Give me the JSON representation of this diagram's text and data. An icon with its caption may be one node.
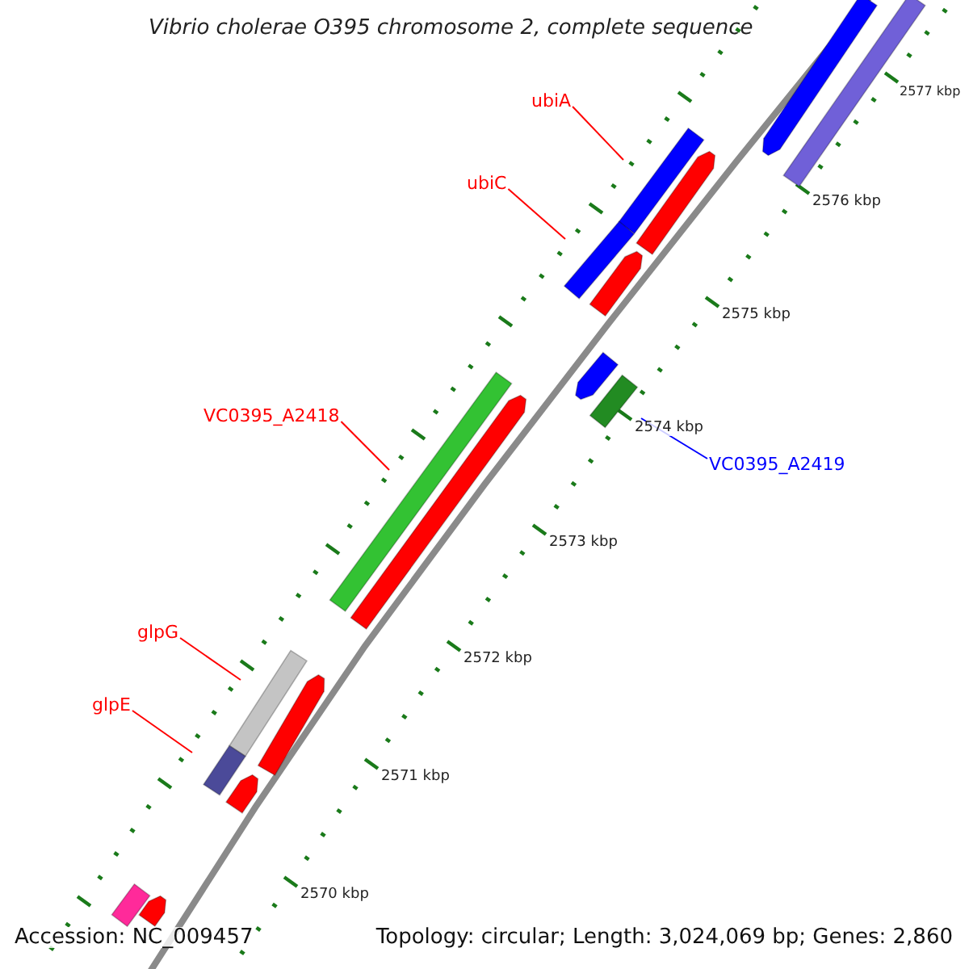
{
  "diagram": {
    "title": "Vibrio cholerae O395 chromosome 2, complete sequence",
    "nodes": [
      {
        "text": [
          "ubiA"
        ]
      },
      {
        "text": [],
        "shape": "bar"
      },
      {
        "text": [
          "ubiC"
        ]
      },
      {
        "text": [],
        "shape": "bar"
      },
      {
        "text": [
          "VC0395_A2418"
        ]
      },
      {
        "text": [],
        "shape": "bar"
      },
      {
        "text": [
          "VC0395_A2419"
        ]
      },
      {
        "text": [],
        "shape": "bar"
      },
      {
        "text": [
          "glpG"
        ]
      },
      {
        "text": [],
        "shape": "bar"
      },
      {
        "text": [
          "glpE"
        ]
      },
      {
        "text": [],
        "shape": "bar"
      },
      {
        "text": [],
        "shape": "bar"
      },
      {
        "text": [],
        "shape": "bar"
      },
      {
        "text": [],
        "shape": "bar"
      },
      {
        "text": [],
        "shape": "bar"
      },
      {
        "text": [],
        "shape": "bar"
      },
      {
        "text": [],
        "shape": "bar"
      },
      {
        "text": [],
        "shape": "bar"
      },
      {
        "text": [],
        "shape": "bar"
      },
      {
        "text": [],
        "shape": "bar"
      },
      {
        "text": [],
        "shape": "bar"
      }
    ],
    "edges": [
      {
        "from": 0,
        "to": 1,
        "arrow": "none"
      },
      {
        "from": 2,
        "to": 3,
        "arrow": "none"
      },
      {
        "from": 4,
        "to": 5,
        "arrow": "none"
      },
      {
        "from": 6,
        "to": 7,
        "arrow": "none",
        "color": "#0000ff"
      },
      {
        "from": 8,
        "to": 9,
        "arrow": "none"
      },
      {
        "from": 10,
        "to": 11,
        "arrow": "none"
      }
    ],
    "labels": [
      "2577 kbp",
      "2576 kbp",
      "2575 kbp",
      "2574 kbp",
      "2573 kbp",
      "2572 kbp",
      "2571 kbp",
      "2570 kbp",
      "Accession: NC_009457",
      "Topology: circular; Length: 3,024,069 bp; Genes: 2,860"
    ]
  }
}
